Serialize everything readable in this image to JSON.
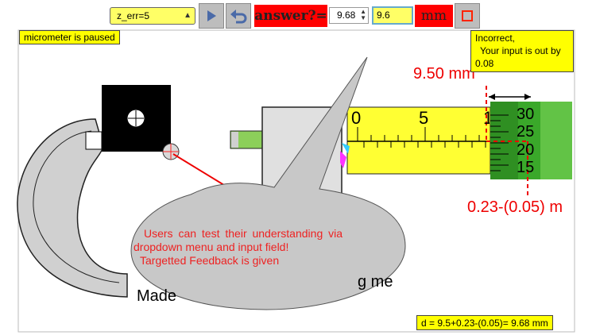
{
  "toolbar": {
    "dropdown_value": "z_err=5",
    "answer_label": "answer?=",
    "number_value": "9.68",
    "input_value": "9.6",
    "unit_label": "mm"
  },
  "status": {
    "paused_text": "micrometer is paused"
  },
  "feedback": {
    "line1": "Incorrect,",
    "line2": "Your input is out by",
    "line3": "0.08"
  },
  "readings": {
    "main_reading": "9.50 mm",
    "thimble_reading": "0.23-(0.05) m"
  },
  "main_scale": {
    "label_0": "0",
    "label_5": "5",
    "label_edge": "1"
  },
  "thimble_scale": [
    "30",
    "25",
    "20",
    "15"
  ],
  "callout": {
    "line1": "Users can test their understanding via",
    "line2": "dropdown menu and input field!",
    "line3": "Targetted Feedback is given"
  },
  "credit": {
    "left": "Made",
    "right": "g me"
  },
  "formula": "d = 9.5+0.23-(0.05)= 9.68 mm",
  "colors": {
    "accent_red": "#ff0000",
    "highlight_yellow": "#ffff00",
    "thimble_green": "#3aa82a"
  }
}
